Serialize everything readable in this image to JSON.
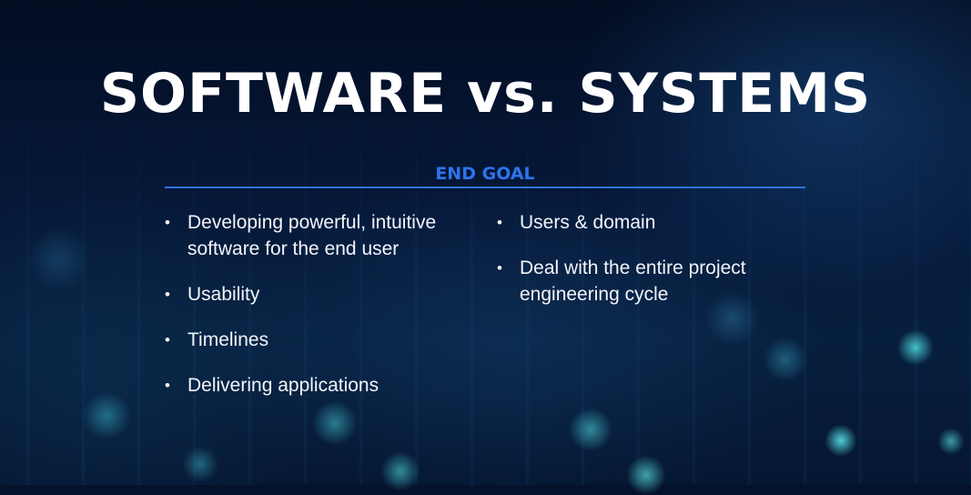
{
  "title": "SOFTWARE vs. SYSTEMS",
  "subheading": "END GOAL",
  "colors": {
    "accent": "#2f73ee",
    "text": "#ffffff",
    "background": "#04122b",
    "bokeh": "#3fd0d8"
  },
  "left_list": [
    "Developing powerful, intuitive software for the end user",
    "Usability",
    "Timelines",
    "Delivering applications"
  ],
  "right_list": [
    "Users & domain",
    "Deal with the entire project engineering cycle"
  ]
}
